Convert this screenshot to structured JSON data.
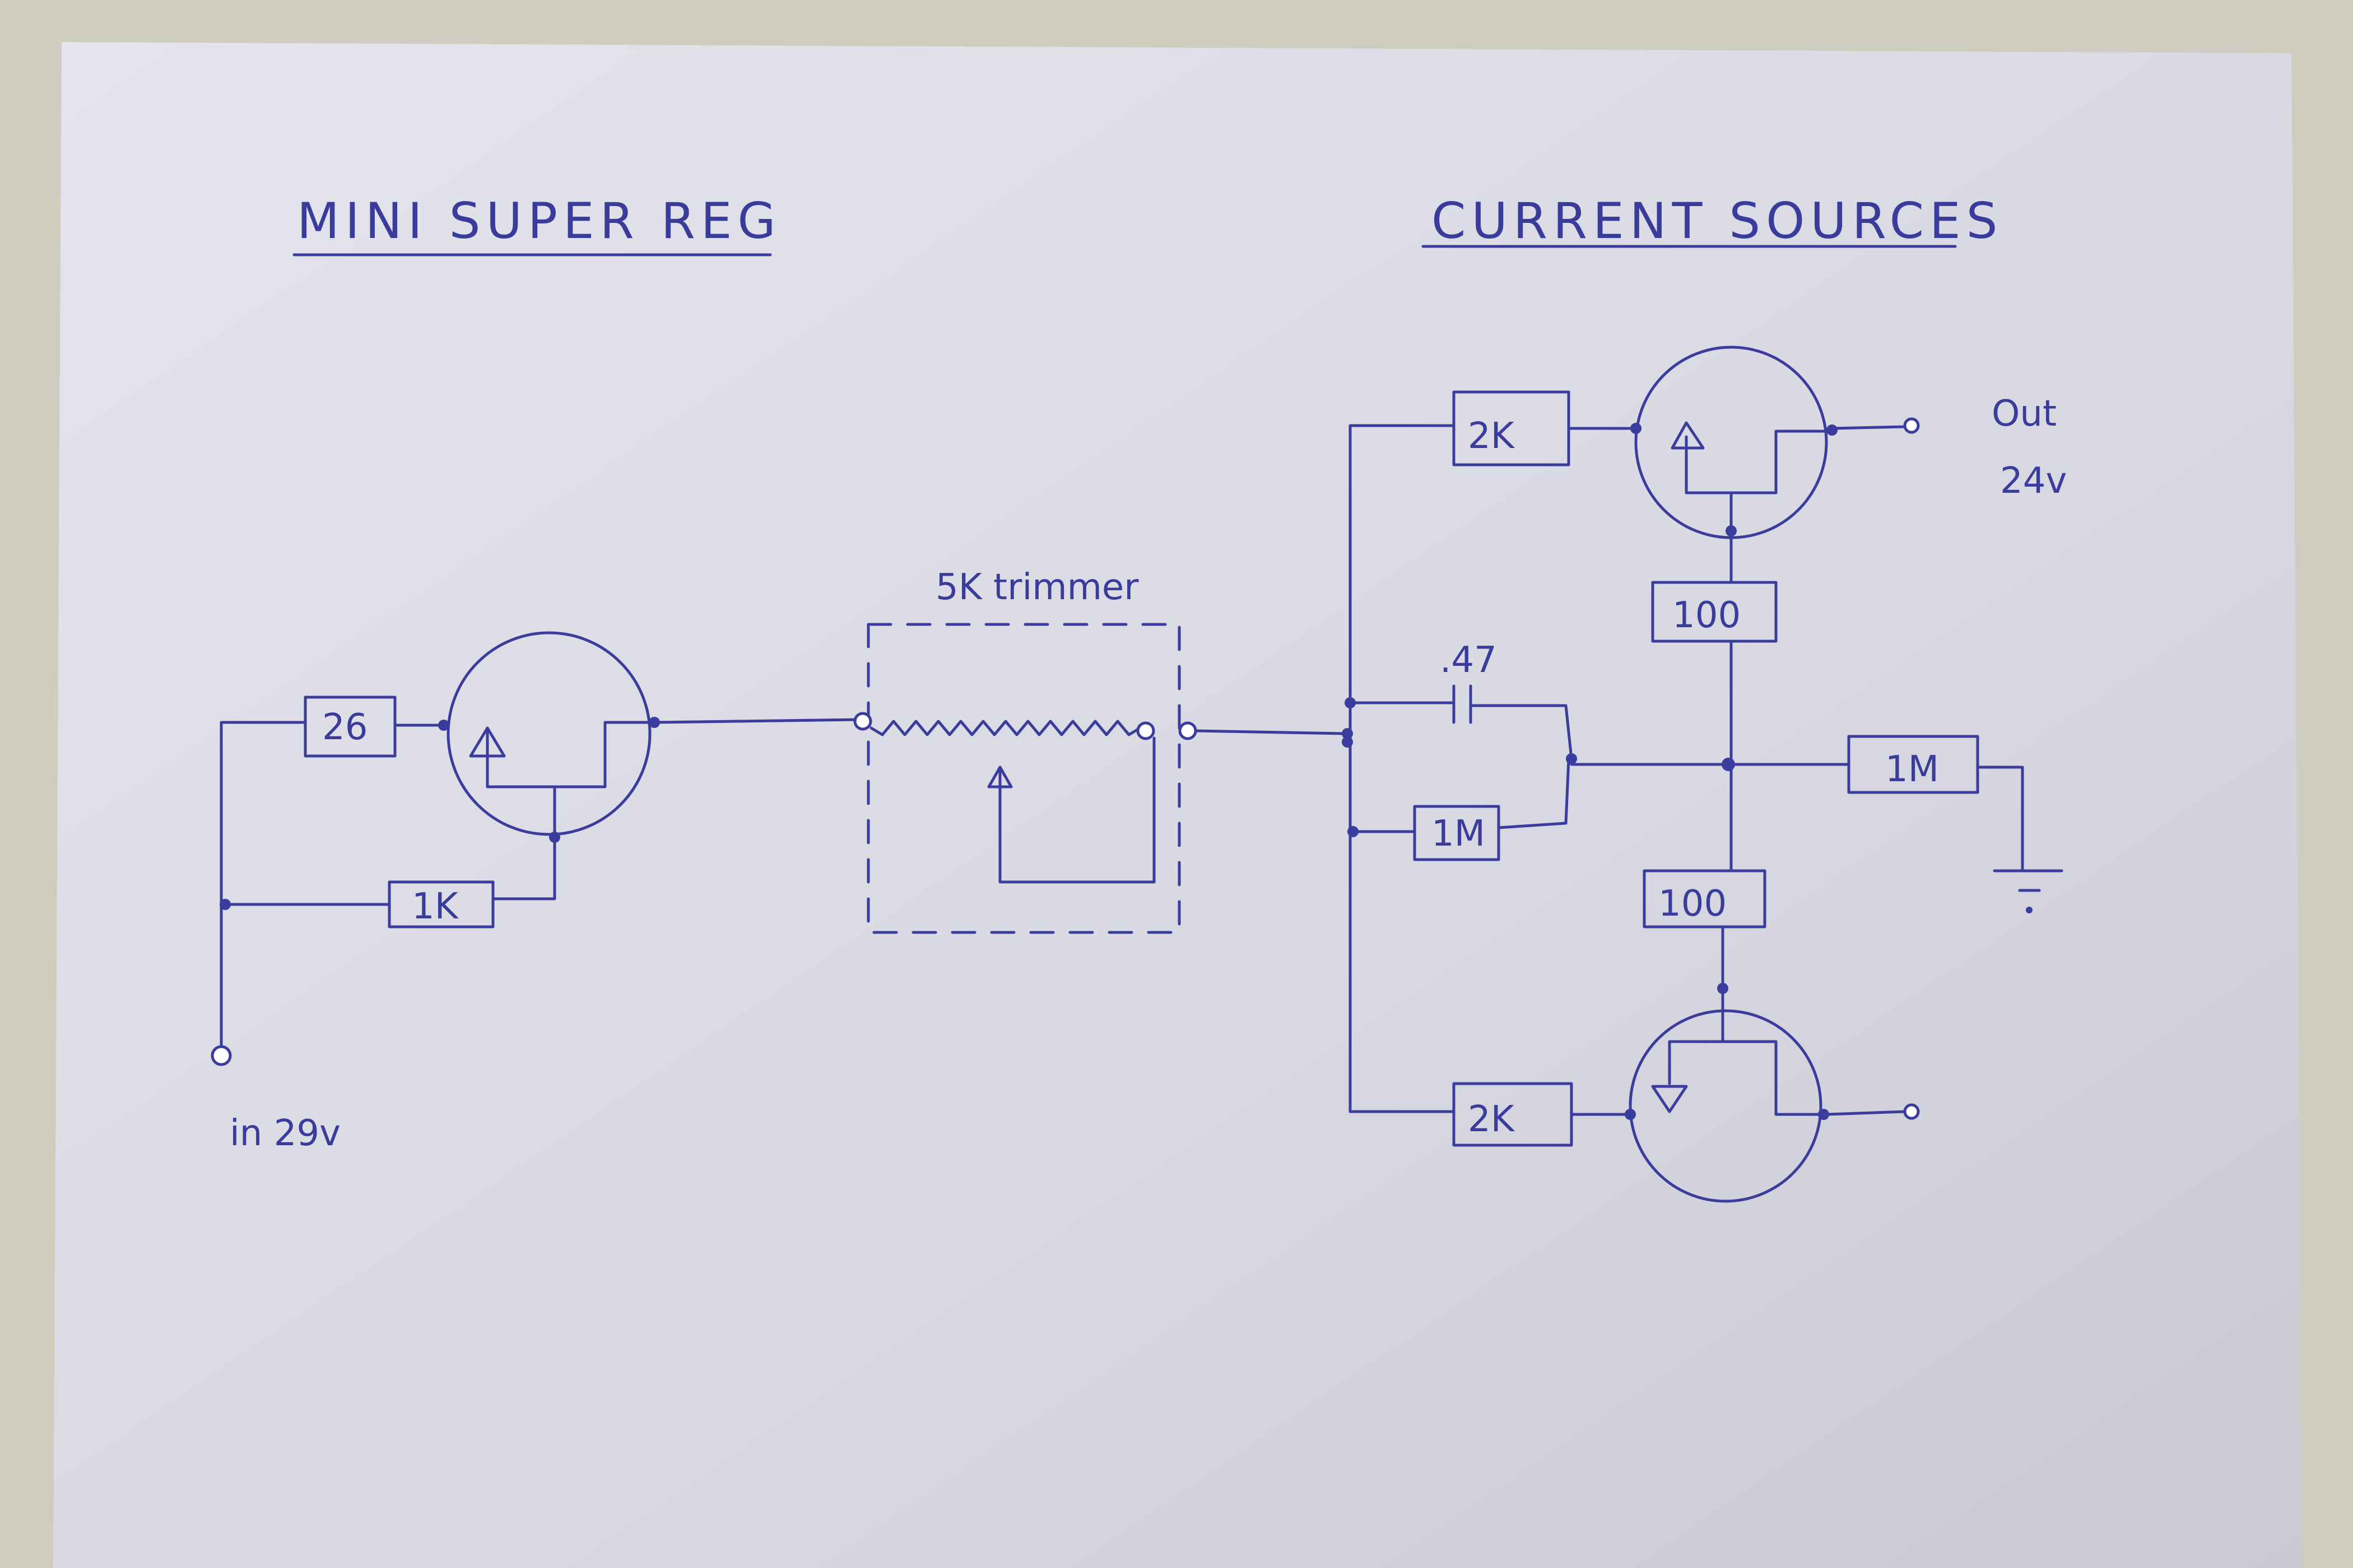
{
  "titles": {
    "left": "MINI SUPER REG",
    "right": "CURRENT SOURCES"
  },
  "labels": {
    "trimmer": "5K trimmer",
    "input": "in 29v",
    "output_line1": "Out",
    "output_line2": "24v",
    "cap": ".47"
  },
  "components": {
    "r_26": "26",
    "r_1k": "1K",
    "r_2k_top": "2K",
    "r_2k_bottom": "2K",
    "r_100_top": "100",
    "r_100_bottom": "100",
    "r_1m_left": "1M",
    "r_1m_right": "1M"
  },
  "colors": {
    "ink": "#3b3d9e",
    "paper": "#dedee6",
    "background": "#cfcdbf"
  }
}
